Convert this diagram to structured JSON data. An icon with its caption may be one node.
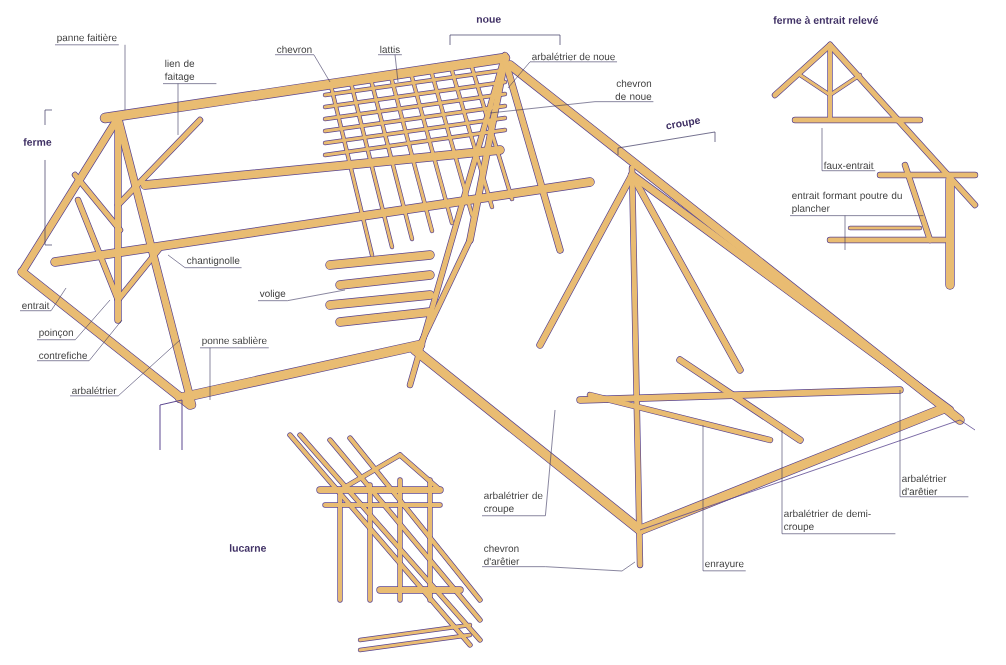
{
  "diagram": {
    "nodes": [
      {
        "text": [
          "panne faitière"
        ]
      },
      {
        "text": [
          "lien de faitage"
        ]
      },
      {
        "text": [
          "chevron"
        ]
      },
      {
        "text": [
          "lattis"
        ]
      },
      {
        "text": [
          "arbalétrier de noue"
        ]
      },
      {
        "text": [
          "chevron de noue"
        ]
      },
      {
        "text": [
          "chantignolle"
        ]
      },
      {
        "text": [
          "entrait"
        ]
      },
      {
        "text": [
          "poinçon"
        ]
      },
      {
        "text": [
          "contrefiche"
        ]
      },
      {
        "text": [
          "arbalétrier"
        ]
      },
      {
        "text": [
          "volige"
        ]
      },
      {
        "text": [
          "ponne sablière"
        ]
      },
      {
        "text": [
          "faux-entrait"
        ]
      },
      {
        "text": [
          "entrait formant poutre du plancher"
        ]
      },
      {
        "text": [
          "arbalétrier de croupe"
        ]
      },
      {
        "text": [
          "chevron d'arêtier"
        ]
      },
      {
        "text": [
          "enrayure"
        ]
      },
      {
        "text": [
          "arbalétrier de demi-croupe"
        ]
      },
      {
        "text": [
          "arbalétrier d'arêtier"
        ]
      }
    ],
    "edges": [
      {
        "from": 0,
        "to": null,
        "arrow": "none"
      },
      {
        "from": 1,
        "to": null,
        "arrow": "none"
      },
      {
        "from": 2,
        "to": null,
        "arrow": "none"
      },
      {
        "from": 3,
        "to": null,
        "arrow": "none"
      },
      {
        "from": 4,
        "to": null,
        "arrow": "none"
      },
      {
        "from": 5,
        "to": null,
        "arrow": "none"
      },
      {
        "from": 6,
        "to": null,
        "arrow": "none"
      },
      {
        "from": 7,
        "to": null,
        "arrow": "none"
      },
      {
        "from": 8,
        "to": null,
        "arrow": "none"
      },
      {
        "from": 9,
        "to": null,
        "arrow": "none"
      },
      {
        "from": 10,
        "to": null,
        "arrow": "none"
      },
      {
        "from": 11,
        "to": null,
        "arrow": "none"
      },
      {
        "from": 12,
        "to": null,
        "arrow": "none"
      },
      {
        "from": 13,
        "to": null,
        "arrow": "none"
      },
      {
        "from": 14,
        "to": null,
        "arrow": "none"
      },
      {
        "from": 15,
        "to": null,
        "arrow": "none"
      },
      {
        "from": 16,
        "to": null,
        "arrow": "none"
      },
      {
        "from": 17,
        "to": null,
        "arrow": "none"
      },
      {
        "from": 18,
        "to": null,
        "arrow": "none"
      },
      {
        "from": 19,
        "to": null,
        "arrow": "none"
      }
    ],
    "labels": [
      "noue",
      "ferme à entrait relevé",
      "ferme",
      "croupe",
      "lucarne"
    ]
  }
}
